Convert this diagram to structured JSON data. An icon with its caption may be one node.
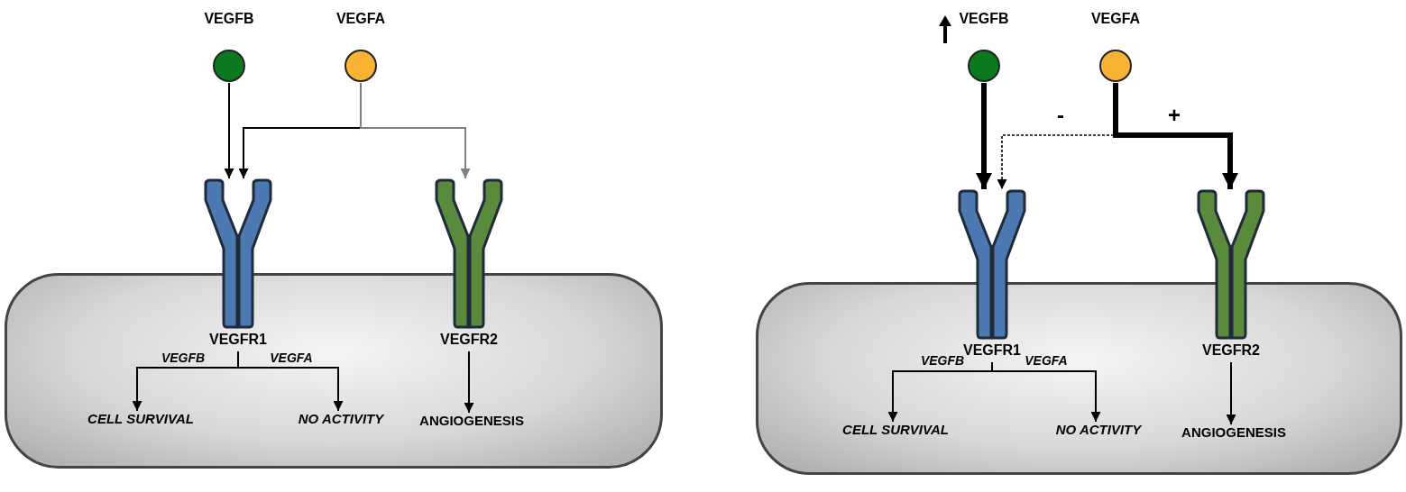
{
  "diagram": {
    "nodes": [
      {
        "text": [
          "VEGFB"
        ]
      },
      {
        "text": [
          "VEGFA"
        ]
      },
      {
        "text": [
          "VEGFR1"
        ]
      },
      {
        "text": [
          "VEGFR2"
        ]
      },
      {
        "text": [],
        "shape": "box"
      },
      {
        "text": [
          "CELL SURVIVAL"
        ],
        "in": 4
      },
      {
        "text": [
          "NO ACTIVITY"
        ],
        "in": 4
      },
      {
        "text": [
          "ANGIOGENESIS"
        ],
        "in": 4
      },
      {
        "text": [
          "VEGFB"
        ]
      },
      {
        "text": [
          "VEGFA"
        ]
      },
      {
        "text": [
          "VEGFR1"
        ]
      },
      {
        "text": [
          "VEGFR2"
        ]
      },
      {
        "text": [],
        "shape": "box"
      },
      {
        "text": [
          "CELL SURVIVAL"
        ],
        "in": 12
      },
      {
        "text": [
          "NO ACTIVITY"
        ],
        "in": 12
      },
      {
        "text": [
          "ANGIOGENESIS"
        ],
        "in": 12
      }
    ],
    "edges": [
      {
        "from": 0,
        "to": 2,
        "arrow": "to"
      },
      {
        "from": 1,
        "to": 2,
        "arrow": "to"
      },
      {
        "from": 1,
        "to": 3,
        "arrow": "to",
        "color": "#808080"
      },
      {
        "from": 2,
        "to": 5,
        "label": "VEGFB",
        "arrow": "to"
      },
      {
        "from": 2,
        "to": 6,
        "label": "VEGFA",
        "arrow": "to"
      },
      {
        "from": 3,
        "to": 7,
        "arrow": "to"
      },
      {
        "from": 8,
        "to": 10,
        "arrow": "to",
        "style": "thick"
      },
      {
        "from": 9,
        "to": 10,
        "label": "-",
        "arrow": "to",
        "style": "dashed"
      },
      {
        "from": 9,
        "to": 11,
        "label": "+",
        "arrow": "to",
        "style": "thick"
      },
      {
        "from": 10,
        "to": 13,
        "label": "VEGFB",
        "arrow": "to"
      },
      {
        "from": 10,
        "to": 14,
        "label": "VEGFA",
        "arrow": "to"
      },
      {
        "from": 11,
        "to": 15,
        "arrow": "to"
      }
    ]
  }
}
